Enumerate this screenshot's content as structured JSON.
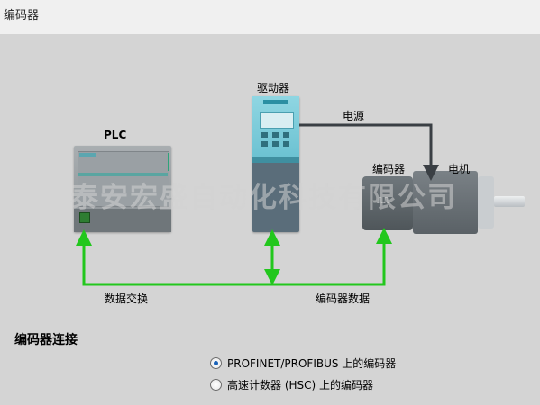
{
  "header": {
    "title": "编码器"
  },
  "diagram": {
    "plc_label": "PLC",
    "drive_label": "驱动器",
    "power_label": "电源",
    "encoder_label": "编码器",
    "motor_label": "电机",
    "data_exchange_label": "数据交换",
    "encoder_data_label": "编码器数据",
    "watermark": "泰安宏盛自动化科技有限公司",
    "colors": {
      "link_green": "#22c71d",
      "power_line": "#3a3f44"
    }
  },
  "section": {
    "title": "编码器连接",
    "options": [
      {
        "label": "PROFINET/PROFIBUS 上的编码器",
        "selected": true
      },
      {
        "label": "高速计数器 (HSC) 上的编码器",
        "selected": false
      }
    ]
  }
}
